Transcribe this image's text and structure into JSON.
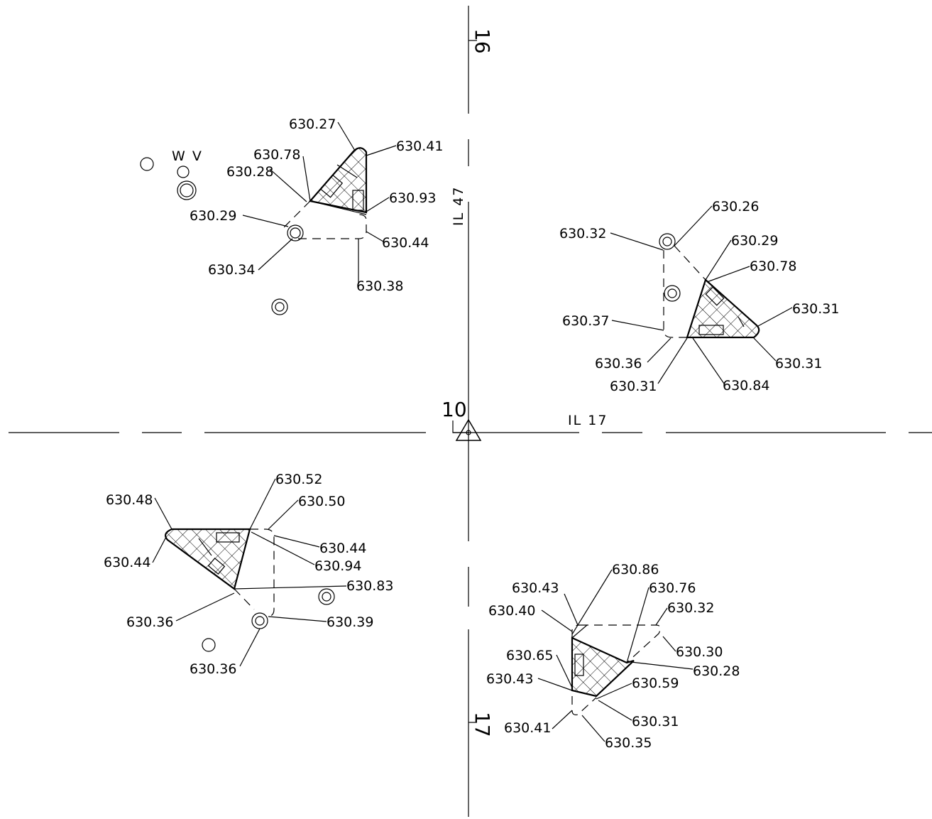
{
  "labels": {
    "sta_top": "16",
    "sta_bottom": "17",
    "benchmark": "10",
    "road_ns": "IL 47",
    "road_ew": "IL 17",
    "wv": "W V"
  },
  "nw": {
    "e1": "630.27",
    "e2": "630.41",
    "e3": "630.78",
    "e4": "630.28",
    "e5": "630.93",
    "e6": "630.29",
    "e7": "630.44",
    "e8": "630.34",
    "e9": "630.38"
  },
  "ne": {
    "e1": "630.26",
    "e2": "630.32",
    "e3": "630.29",
    "e4": "630.78",
    "e5": "630.31",
    "e6": "630.37",
    "e7": "630.36",
    "e8": "630.31",
    "e9": "630.31",
    "e10": "630.84"
  },
  "sw": {
    "e1": "630.52",
    "e2": "630.48",
    "e3": "630.50",
    "e4": "630.44",
    "e5": "630.44",
    "e6": "630.94",
    "e7": "630.83",
    "e8": "630.36",
    "e9": "630.39",
    "e10": "630.36"
  },
  "se": {
    "e1": "630.86",
    "e2": "630.43",
    "e3": "630.76",
    "e4": "630.32",
    "e5": "630.40",
    "e6": "630.30",
    "e7": "630.65",
    "e8": "630.28",
    "e9": "630.43",
    "e10": "630.59",
    "e11": "630.31",
    "e12": "630.41",
    "e13": "630.35"
  }
}
